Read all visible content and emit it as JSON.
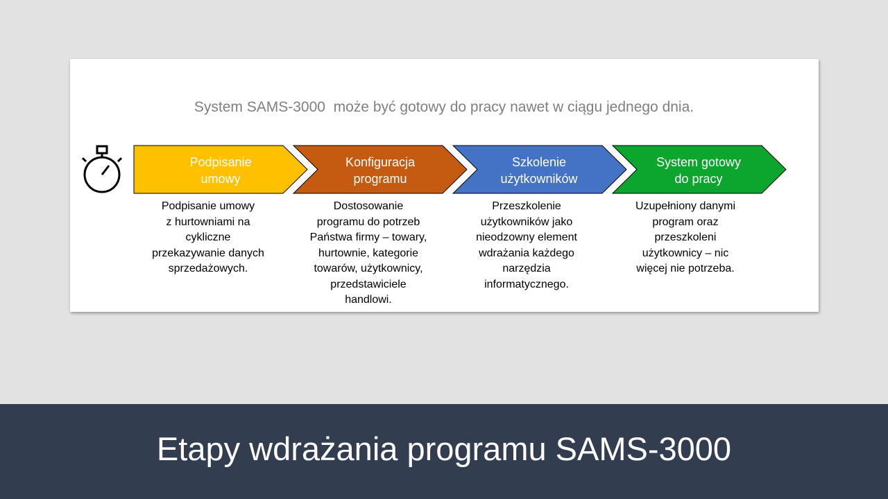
{
  "card": {
    "subtitle": "System SAMS-3000  może być gotowy do pracy nawet w ciągu jednego dnia."
  },
  "icons": {
    "timer": "stopwatch-icon"
  },
  "steps": [
    {
      "label": "Podpisanie\numowy",
      "color": "#ffc000",
      "description": "Podpisanie umowy\nz hurtowniami na\ncykliczne\nprzekazywanie danych\nsprzedażowych."
    },
    {
      "label": "Konfiguracja\nprogramu",
      "color": "#c55a11",
      "description": "Dostosowanie\nprogramu do potrzeb\nPaństwa firmy – towary,\nhurtownie, kategorie\ntowarów, użytkownicy,\nprzedstawiciele\nhandlowi."
    },
    {
      "label": "Szkolenie\nużytkowników",
      "color": "#4472c4",
      "description": "Przeszkolenie\nużytkowników jako\nnieodzowny element\nwdrażania każdego\nnarzędzia\ninformatycznego."
    },
    {
      "label": "System gotowy\ndo pracy",
      "color": "#0ca52e",
      "description": "Uzupełniony danymi\nprogram oraz\nprzeszkoleni\nużytkownicy – nic\nwięcej nie potrzeba."
    }
  ],
  "footer": {
    "title": "Etapy wdrażania programu SAMS-3000",
    "background": "#333d50"
  }
}
